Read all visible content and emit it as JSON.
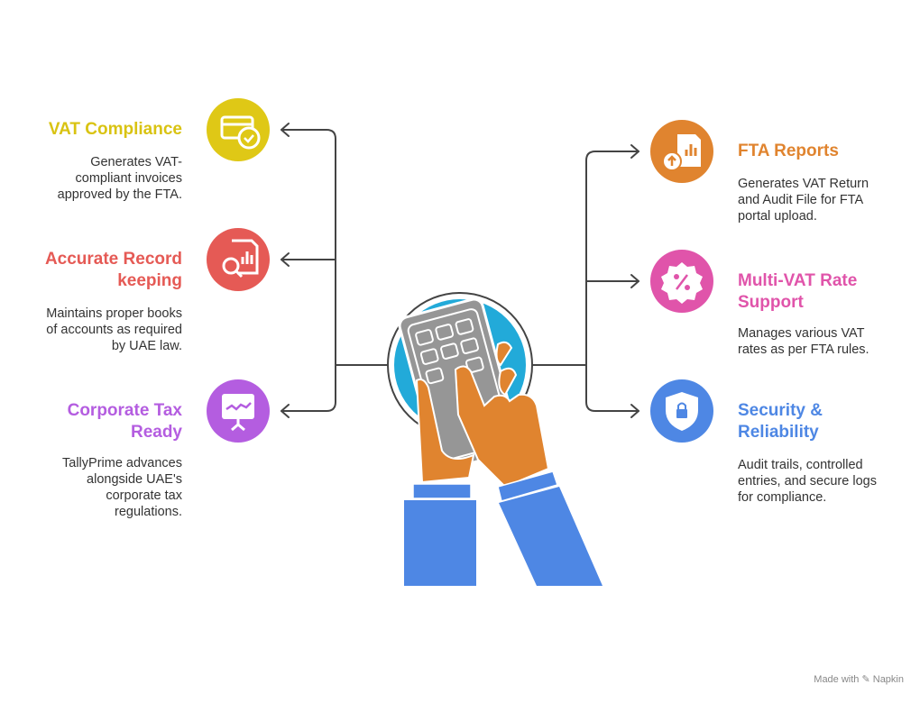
{
  "colors": {
    "vat": "#DFC816",
    "record": "#E55A55",
    "corporate": "#B45DE0",
    "fta": "#E0842F",
    "multivat": "#E054AA",
    "security": "#4E87E4",
    "center": "#22AAD9"
  },
  "left": [
    {
      "title": "VAT Compliance",
      "desc": "Generates VAT-compliant invoices approved by the FTA.",
      "icon": "card-check-icon"
    },
    {
      "title": "Accurate Record keeping",
      "desc": "Maintains proper books of accounts as required by UAE law.",
      "icon": "document-search-icon"
    },
    {
      "title": "Corporate Tax Ready",
      "desc": "TallyPrime advances alongside UAE's corporate tax regulations.",
      "icon": "presentation-chart-icon"
    }
  ],
  "right": [
    {
      "title": "FTA Reports",
      "desc": "Generates VAT Return and Audit File for FTA portal upload.",
      "icon": "report-upload-icon"
    },
    {
      "title": "Multi-VAT Rate Support",
      "desc": "Manages various VAT rates as per FTA rules.",
      "icon": "percent-badge-icon"
    },
    {
      "title": "Security & Reliability",
      "desc": "Audit trails, controlled entries, and secure logs for compliance.",
      "icon": "shield-lock-icon"
    }
  ],
  "footer": "Made with ✎ Napkin"
}
